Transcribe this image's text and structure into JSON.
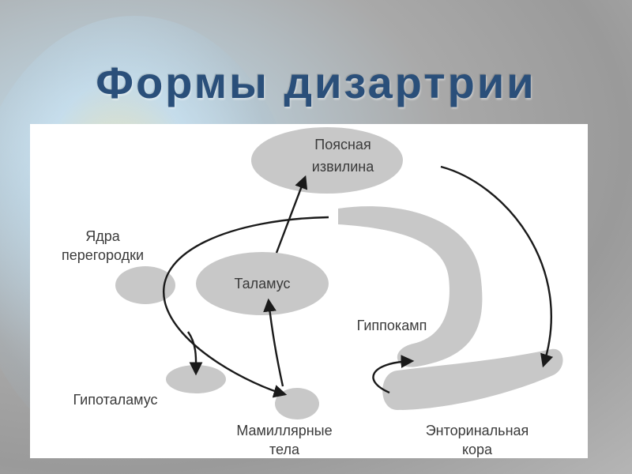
{
  "slide": {
    "title": "Формы дизартрии"
  },
  "diagram": {
    "nodes": {
      "cingulate_1": "Поясная",
      "cingulate_2": "извилина",
      "septal_1": "Ядра",
      "septal_2": "перегородки",
      "thalamus": "Таламус",
      "hippocampus": "Гиппокамп",
      "hypothalamus": "Гипоталамус",
      "mammillary_1": "Мамиллярные",
      "mammillary_2": "тела",
      "entorhinal_1": "Энторинальная",
      "entorhinal_2": "кора"
    },
    "colors": {
      "shape_fill": "#c8c8c8",
      "arrow": "#1a1a1a",
      "title": "#2a4f7a"
    }
  }
}
